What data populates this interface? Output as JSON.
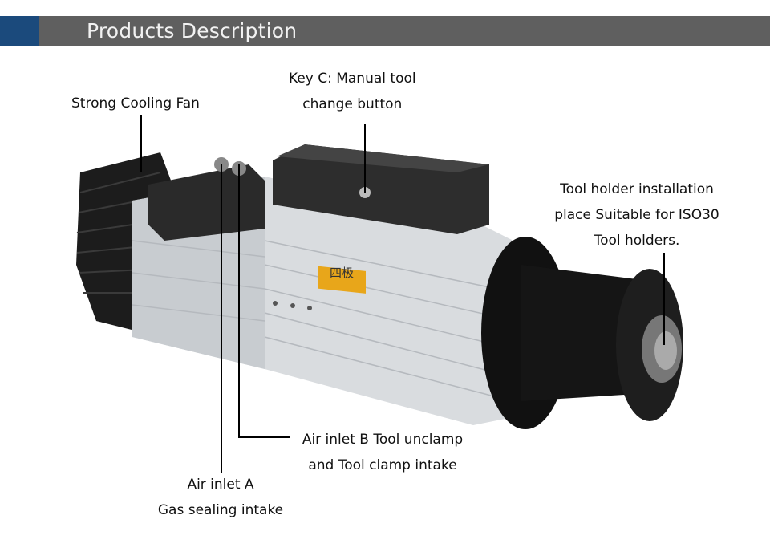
{
  "header": {
    "title": "Products Description",
    "accent_color": "#1b4a7c",
    "bar_color": "#5f5f5f"
  },
  "product": {
    "badge_text": "四极"
  },
  "callouts": {
    "cooling_fan": {
      "line1": "Strong Cooling Fan"
    },
    "key_c": {
      "line1": "Key C: Manual tool",
      "line2": "change button"
    },
    "tool_holder": {
      "line1": "Tool holder installation",
      "line2": "place Suitable for ISO30",
      "line3": "Tool  holders."
    },
    "air_inlet_b": {
      "line1": "Air inlet B Tool unclamp",
      "line2": "and Tool clamp intake"
    },
    "air_inlet_a": {
      "line1": "Air inlet A",
      "line2": "Gas sealing  intake"
    }
  }
}
